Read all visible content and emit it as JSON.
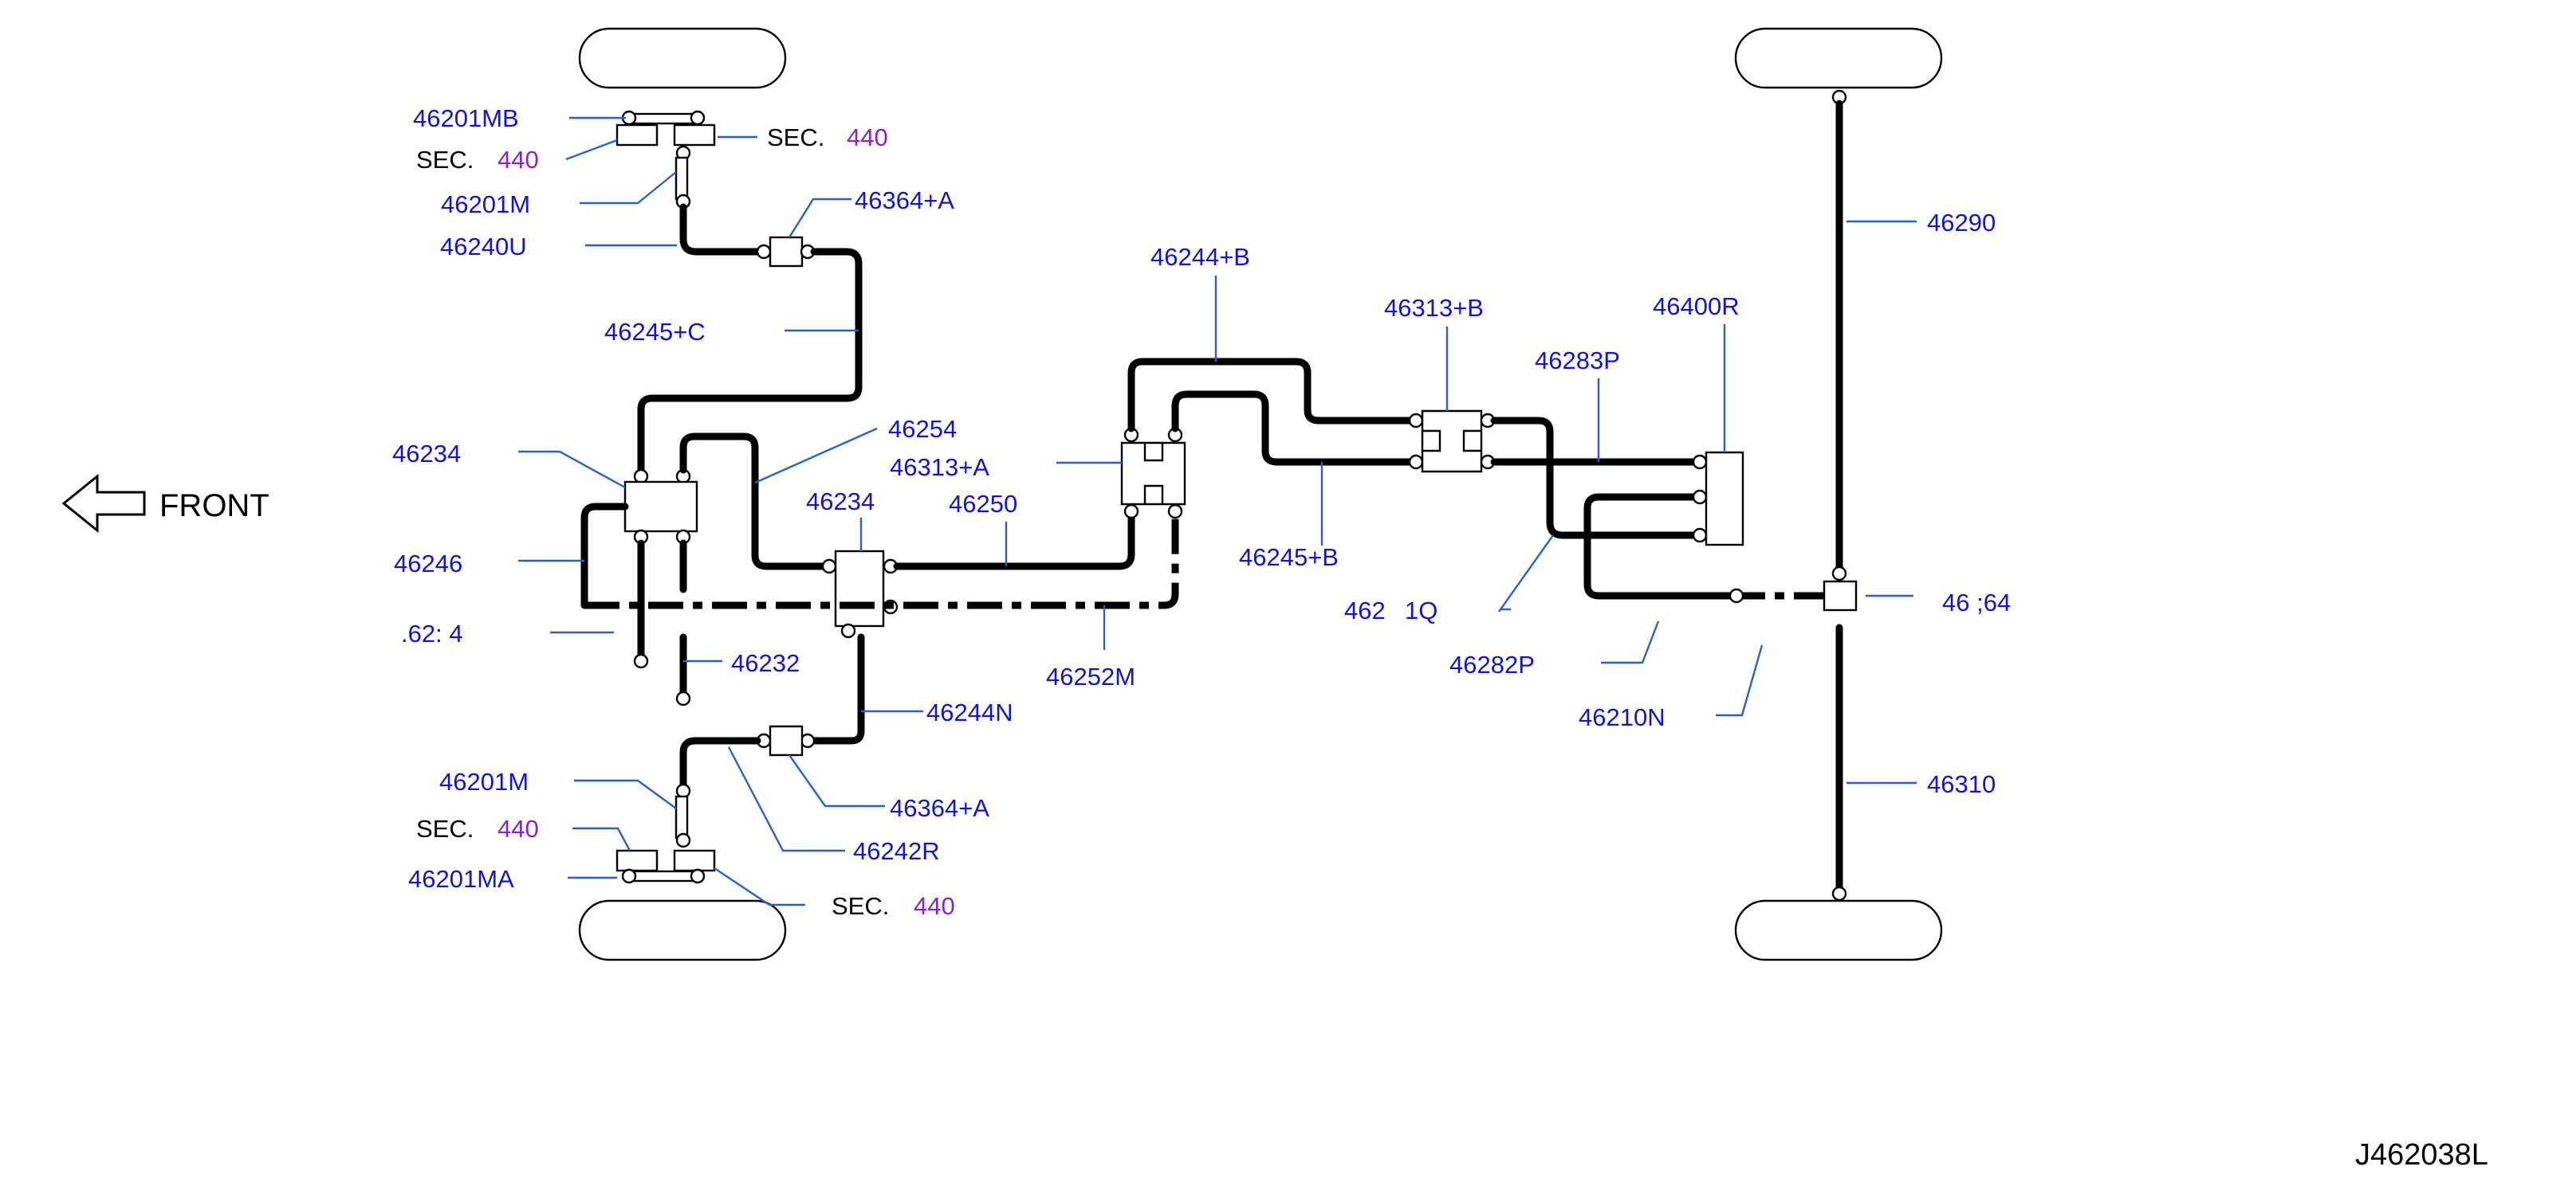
{
  "diagram": {
    "front_label": "FRONT",
    "drawing_code": "J462038L",
    "sec_word": "SEC.",
    "sec_number": "440",
    "labels": {
      "p46201MB": "46201MB",
      "p46201M_top": "46201M",
      "p46240U": "46240U",
      "p46364A_top": "46364+A",
      "p46245C": "46245+C",
      "p46234_left": "46234",
      "p46254": "46254",
      "p46313A": "46313+A",
      "p46234_mid": "46234",
      "p46250": "46250",
      "p46246": "46246",
      "p46232_partial": ".62: 4",
      "p46232": "46232",
      "p46252M": "46252M",
      "p46244N": "46244N",
      "p46201M_bot": "46201M",
      "p46364A_bot": "46364+A",
      "p46242R": "46242R",
      "p46201MA": "46201MA",
      "p46244B": "46244+B",
      "p46313B": "46313+B",
      "p46283P": "46283P",
      "p46400R": "46400R",
      "p46245B": "46245+B",
      "p4621Q_a": "462",
      "p4621Q_b": "1Q",
      "p46282P": "46282P",
      "p46210N": "46210N",
      "p46364_right": "46 ;64",
      "p46290": "46290",
      "p46310": "46310"
    }
  }
}
